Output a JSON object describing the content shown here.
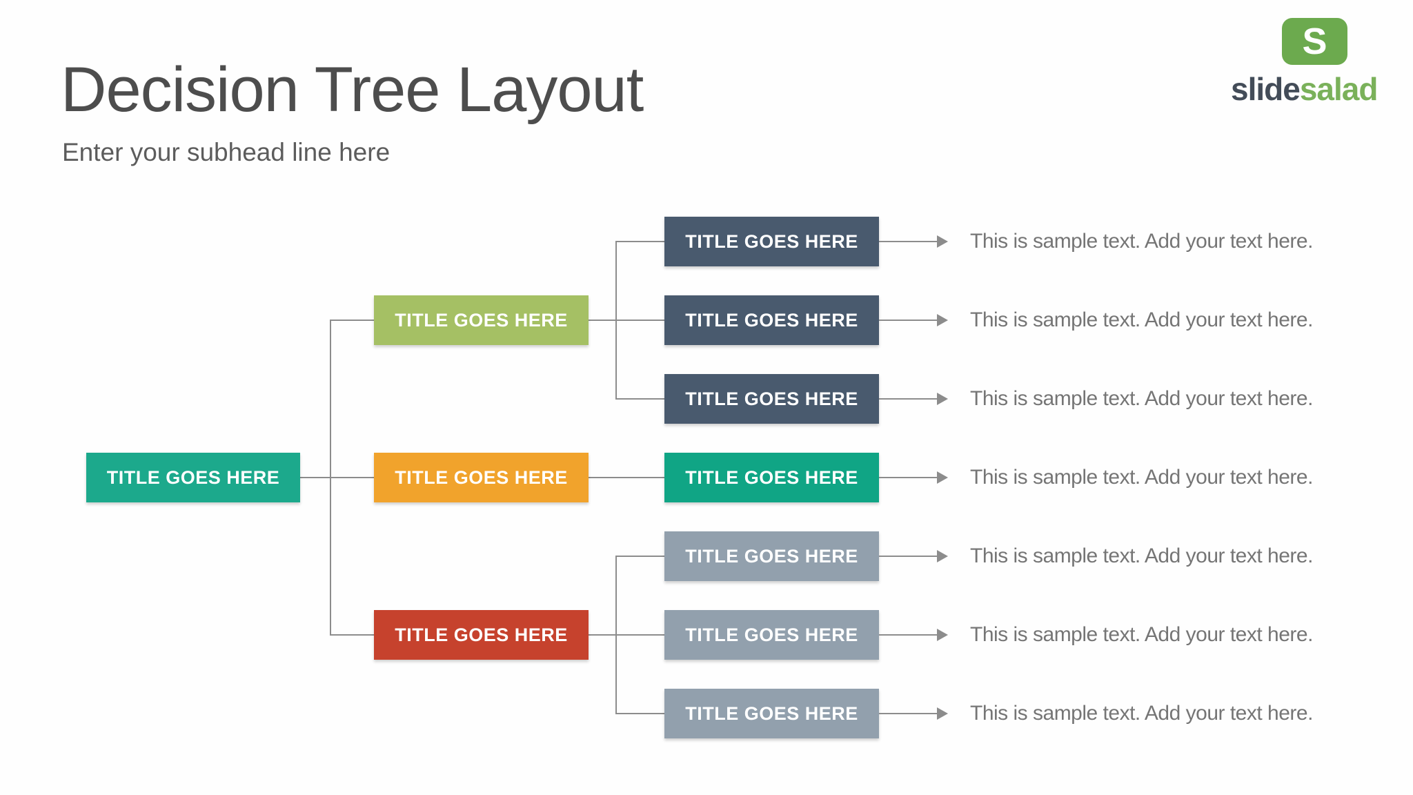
{
  "slide": {
    "title": "Decision Tree Layout",
    "subtitle": "Enter your subhead line here",
    "title_color": "#4d4d4d",
    "subtitle_color": "#5c5c5c"
  },
  "logo": {
    "icon_letter": "S",
    "icon_color": "#6caa4e",
    "brand_left": "slide",
    "brand_right": "salad",
    "brand_left_color": "#434c58",
    "brand_right_color": "#7ab15a"
  },
  "colors": {
    "connector": "#8c8c8c",
    "sample_text": "#757575"
  },
  "tree": {
    "root": {
      "label": "TITLE GOES HERE",
      "color": "#1ca98c"
    },
    "level2": [
      {
        "label": "TITLE GOES HERE",
        "color": "#a5c064"
      },
      {
        "label": "TITLE GOES HERE",
        "color": "#f1a32c"
      },
      {
        "label": "TITLE GOES HERE",
        "color": "#c6422d"
      }
    ],
    "level3": [
      {
        "label": "TITLE GOES HERE",
        "color": "#495a6e",
        "note": "This is sample text. Add your text here."
      },
      {
        "label": "TITLE GOES HERE",
        "color": "#495a6e",
        "note": "This is sample text. Add your text here."
      },
      {
        "label": "TITLE GOES HERE",
        "color": "#495a6e",
        "note": "This is sample text. Add your text here."
      },
      {
        "label": "TITLE GOES HERE",
        "color": "#10a585",
        "note": "This is sample text. Add your text here."
      },
      {
        "label": "TITLE GOES HERE",
        "color": "#92a0ad",
        "note": "This is sample text. Add your text here."
      },
      {
        "label": "TITLE GOES HERE",
        "color": "#92a0ad",
        "note": "This is sample text. Add your text here."
      },
      {
        "label": "TITLE GOES HERE",
        "color": "#92a0ad",
        "note": "This is sample text. Add your text here."
      }
    ]
  }
}
